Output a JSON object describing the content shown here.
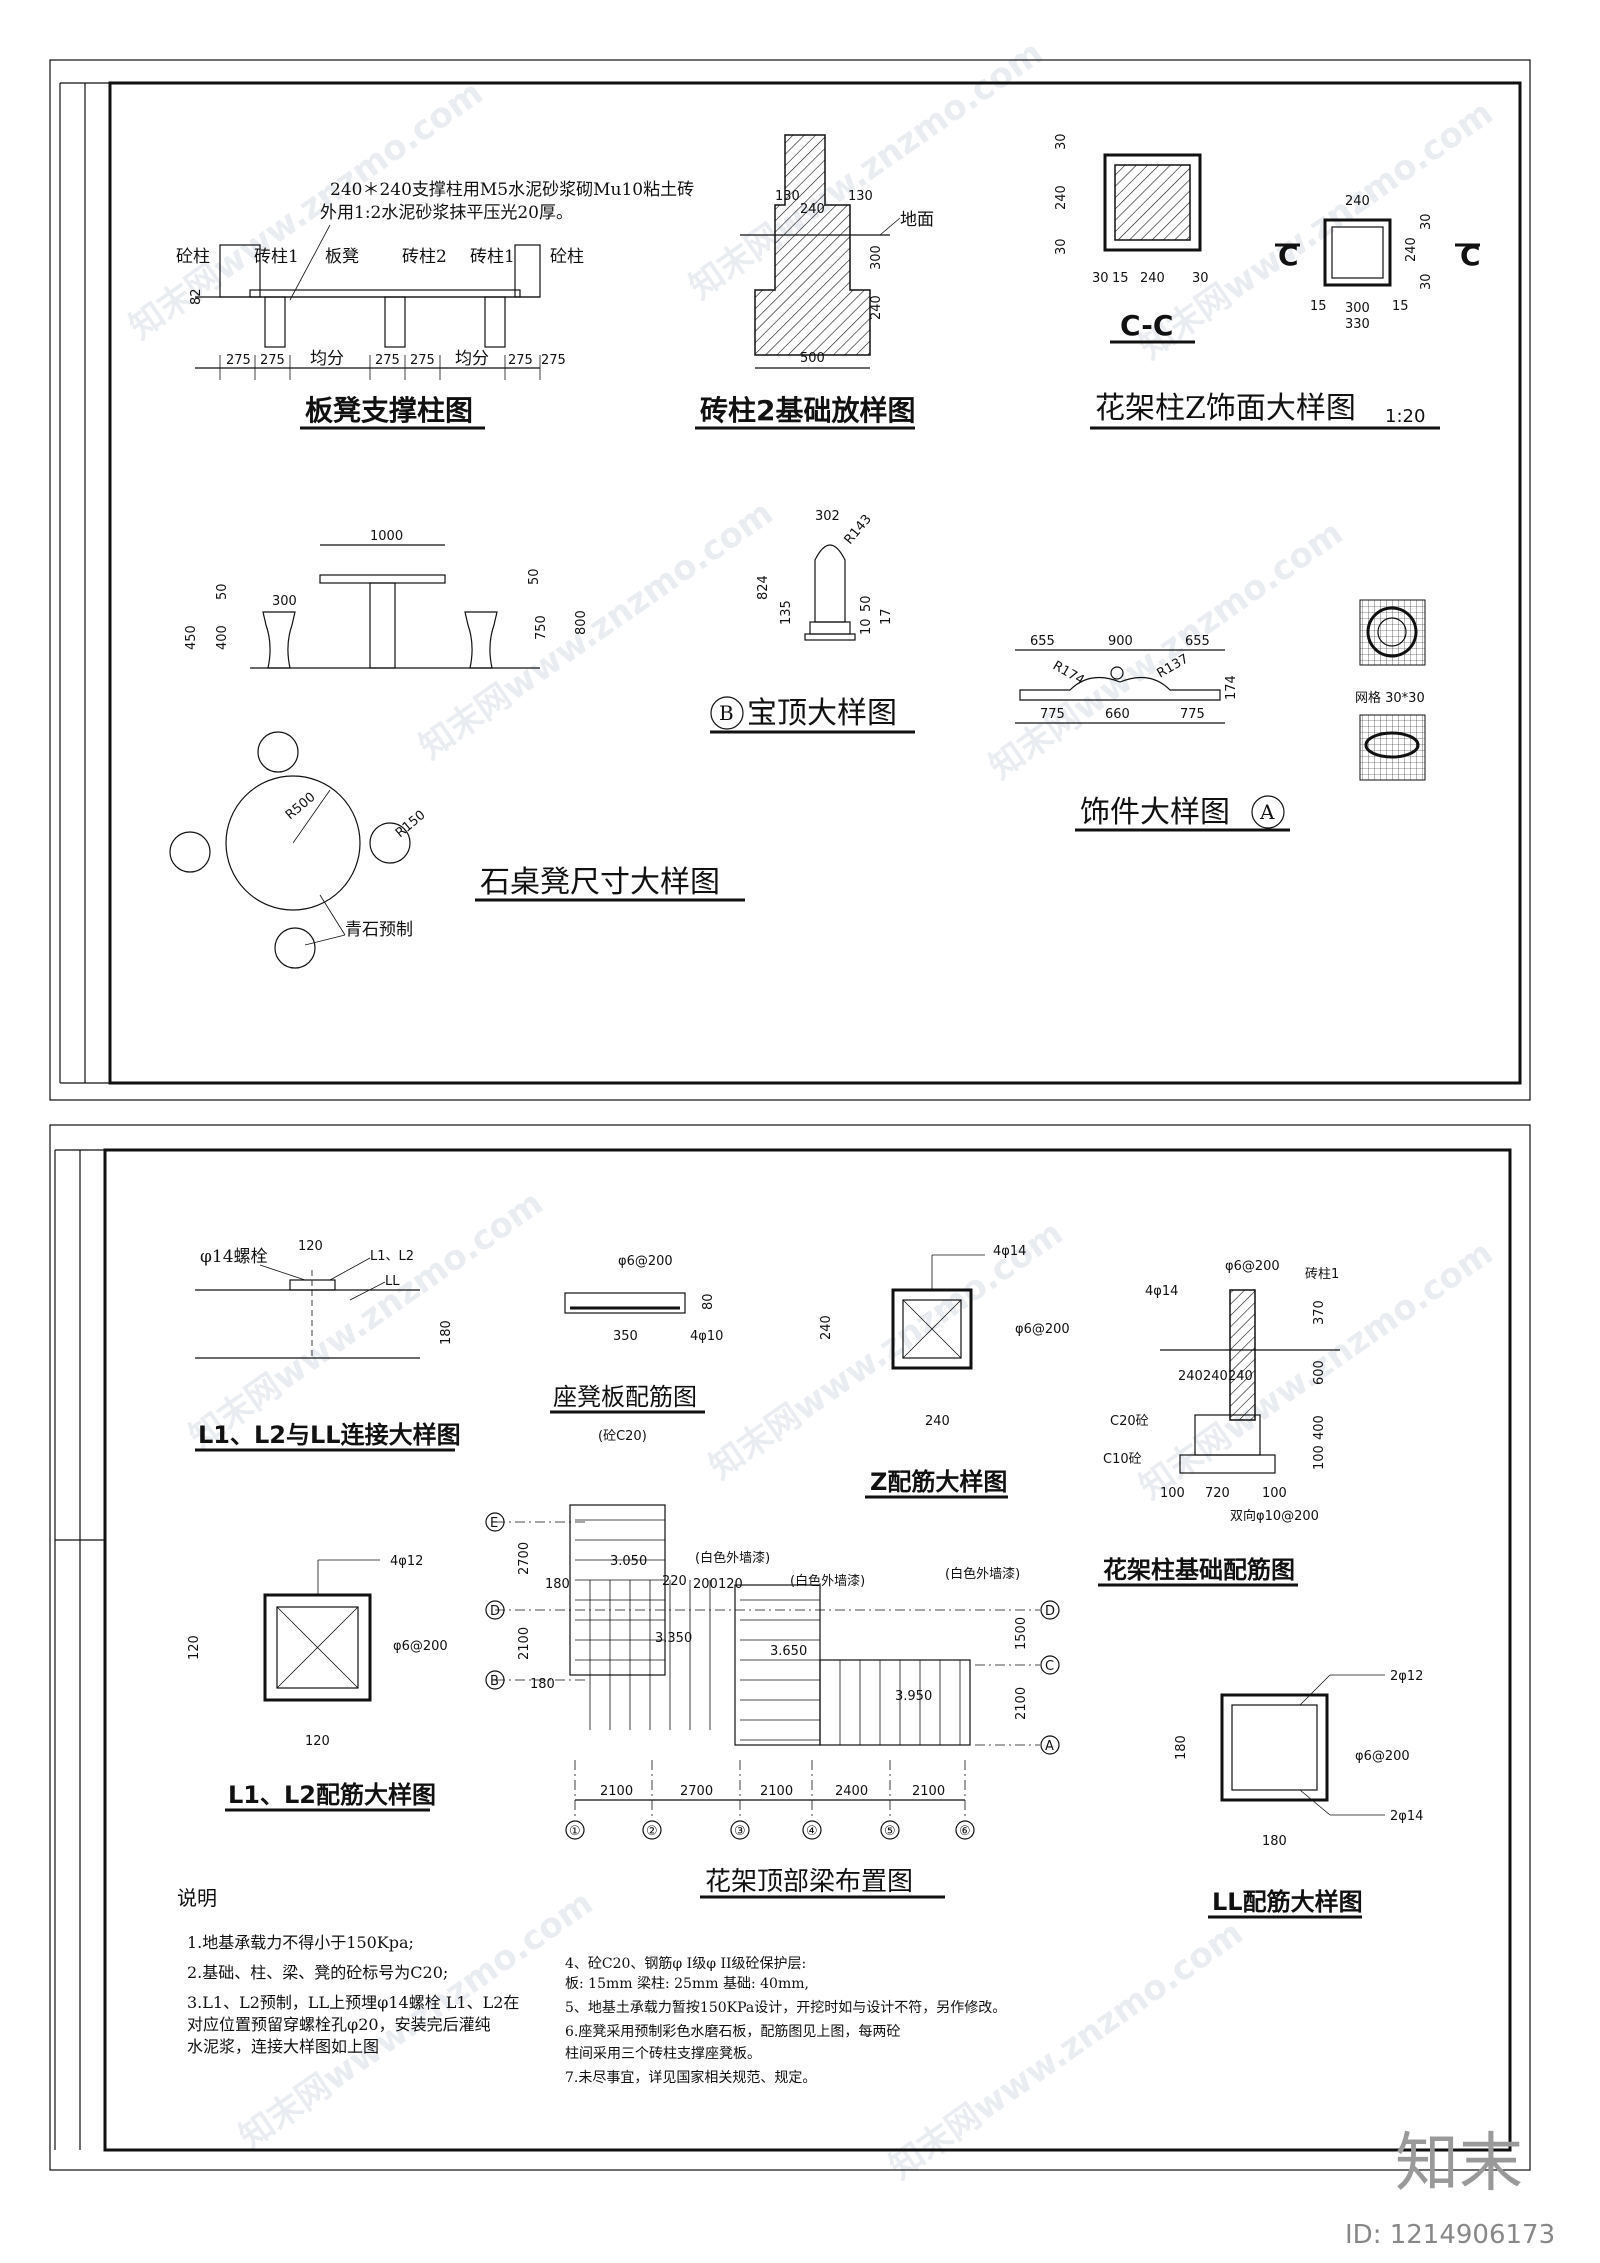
{
  "sheet1": {
    "bench": {
      "title": "板凳支撑柱图",
      "note_line1": "240＊240支撑柱用M5水泥砂浆砌Mu10粘土砖",
      "note_line2": "外用1:2水泥砂浆抹平压光20厚。",
      "labels": [
        "砼柱",
        "砖柱1",
        "板凳",
        "砖柱2",
        "砖柱1",
        "砼柱"
      ],
      "dim_h": "82",
      "dims": [
        "275",
        "275",
        "均分",
        "275",
        "275",
        "均分",
        "275",
        "275"
      ]
    },
    "foundation": {
      "title": "砖柱2基础放样图",
      "ground": "地面",
      "dims": [
        "130",
        "130",
        "240",
        "300",
        "240",
        "500"
      ]
    },
    "column_z": {
      "title": "花架柱Z饰面大样图",
      "scale": "1:20",
      "section": "C-C",
      "c_left": "C",
      "c_right": "C",
      "dims_left": [
        "30",
        "240",
        "30",
        "30",
        "15",
        "240",
        "30"
      ],
      "dims_right": [
        "240",
        "30",
        "240",
        "30",
        "15",
        "300",
        "15",
        "330"
      ]
    },
    "table": {
      "title": "石桌凳尺寸大样图",
      "dims": [
        "1000",
        "300",
        "50",
        "450",
        "400",
        "50",
        "750",
        "800"
      ],
      "r_table": "R500",
      "r_stool": "R150",
      "material": "青石预制"
    },
    "finial": {
      "title": "宝顶大样图",
      "mark": "B",
      "dims": [
        "302",
        "R143",
        "824",
        "135",
        "50",
        "10",
        "17"
      ]
    },
    "ornament": {
      "title": "饰件大样图",
      "mark": "A",
      "dims_top": [
        "655",
        "900",
        "655"
      ],
      "dims_bottom": [
        "775",
        "660",
        "775"
      ],
      "radius_l": "R174",
      "radius_r": "R137",
      "height": "174",
      "grid_label": "网格 30*30"
    }
  },
  "sheet2": {
    "connection": {
      "title": "L1、L2与LL连接大样图",
      "bolt": "φ14螺栓",
      "dim_top": "120",
      "beam1": "L1、L2",
      "beam2": "LL",
      "dim_side": "180"
    },
    "seat_plate": {
      "title": "座凳板配筋图",
      "sub": "(砼C20)",
      "rebar_top": "φ6@200",
      "rebar_bottom": "4φ10",
      "dim_w": "350",
      "dim_h": "80"
    },
    "z_rebar": {
      "title": "Z配筋大样图",
      "main": "4φ14",
      "stirrup": "φ6@200",
      "dim_w": "240",
      "dim_h": "240"
    },
    "col_foundation": {
      "title": "花架柱基础配筋图",
      "stirrup": "φ6@200",
      "col": "砖柱1",
      "main": "4φ14",
      "c20": "C20砼",
      "c10": "C10砼",
      "bottom_rebar": "双向φ10@200",
      "dims_v": [
        "370",
        "600",
        "400",
        "100"
      ],
      "dims_mid": [
        "240",
        "240",
        "240"
      ],
      "dims_h": [
        "100",
        "720",
        "100"
      ]
    },
    "l_rebar": {
      "title": "L1、L2配筋大样图",
      "main": "4φ12",
      "stirrup": "φ6@200",
      "dim_w": "120",
      "dim_h": "120"
    },
    "plan": {
      "title": "花架顶部梁布置图",
      "axes_h": [
        "①",
        "②",
        "③",
        "④",
        "⑤",
        "⑥"
      ],
      "axes_v_left": [
        "E",
        "D",
        "B"
      ],
      "axes_v_right": [
        "D",
        "C",
        "A"
      ],
      "dims_h": [
        "2100",
        "2700",
        "2100",
        "2400",
        "2100"
      ],
      "dims_v_left": [
        "2700",
        "2100"
      ],
      "dims_v_right": [
        "1500",
        "2100"
      ],
      "elev1": "3.050",
      "elev2": "3.650",
      "elev3": "3.950",
      "elev4": "3.350",
      "paint": "(白色外墙漆)",
      "small_dims": [
        "180",
        "220",
        "200",
        "120",
        "180"
      ]
    },
    "ll_rebar": {
      "title": "LL配筋大样图",
      "top": "2φ12",
      "stirrup": "φ6@200",
      "bottom": "2φ14",
      "dim_w": "180",
      "dim_h": "180"
    },
    "notes": {
      "heading": "说明",
      "left": [
        "1.地基承载力不得小于150Kpa;",
        "2.基础、柱、梁、凳的砼标号为C20;",
        "3.L1、L2预制，LL上预埋φ14螺栓 L1、L2在",
        "对应位置预留穿螺栓孔φ20，安装完后灌纯",
        "水泥浆，连接大样图如上图"
      ],
      "right": [
        "4、砼C20、钢筋φ I级φ II级砼保护层:",
        "板: 15mm  梁柱: 25mm  基础: 40mm,",
        "5、地基土承载力暂按150KPa设计，开挖时如与设计不符，另作修改。",
        "6.座凳采用预制彩色水磨石板，配筋图见上图，每两砼",
        "柱间采用三个砖柱支撑座凳板。",
        "7.未尽事宜，详见国家相关规范、规定。"
      ]
    }
  },
  "watermark": {
    "text": "知末网www.znzmo.com",
    "logo": "知末",
    "id": "ID: 1214906173"
  }
}
